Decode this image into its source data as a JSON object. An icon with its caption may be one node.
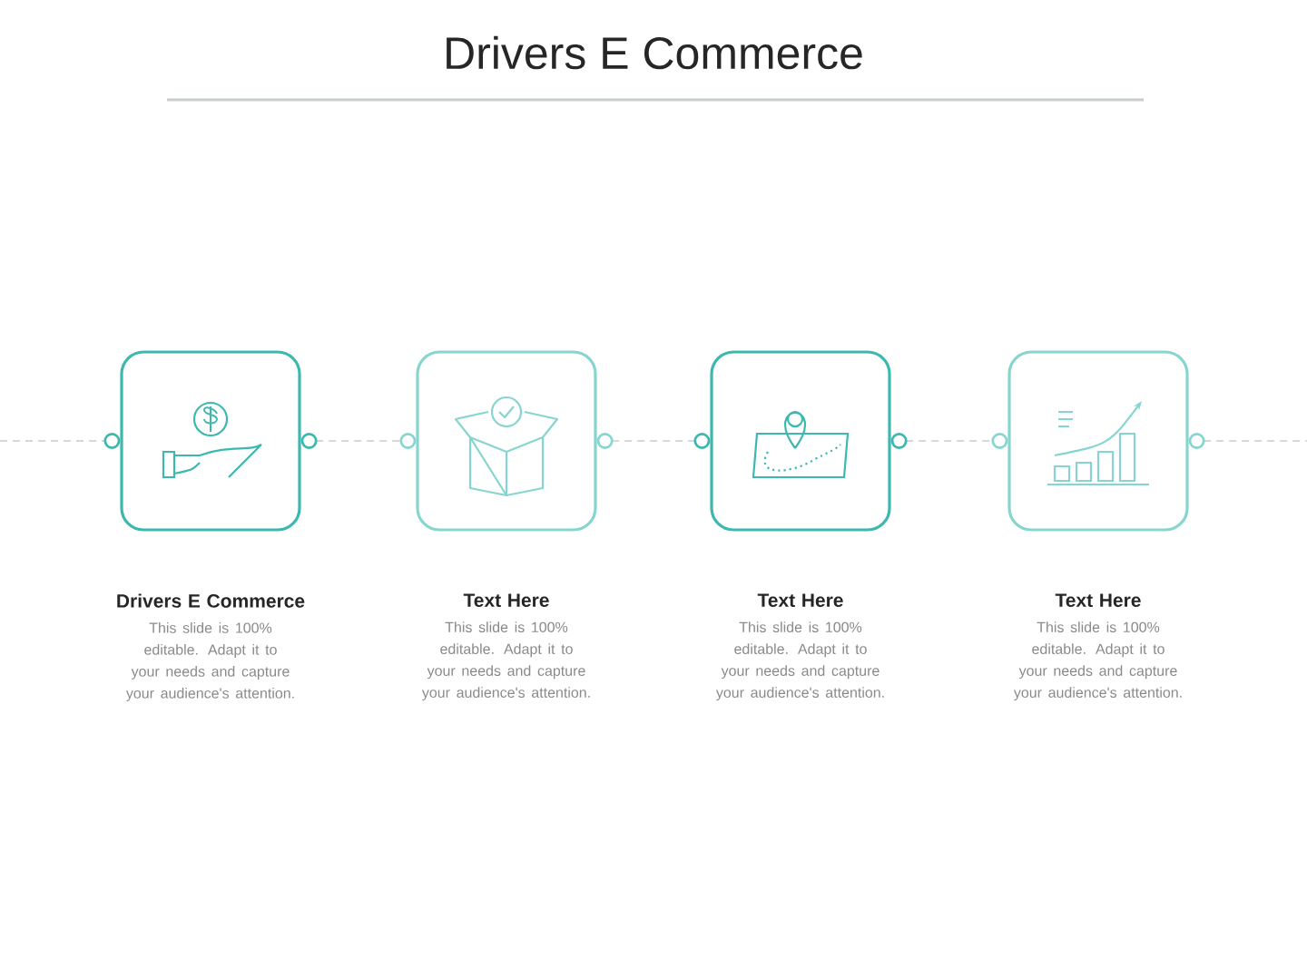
{
  "diagram": {
    "title": "Drivers E Commerce",
    "nodes": [
      {
        "text": [],
        "shape": "box"
      },
      {
        "text": [
          "Drivers E Commerce",
          "This slide is 100% editable. Adapt it to your needs and capture your audience's attention."
        ]
      },
      {
        "text": [],
        "shape": "box"
      },
      {
        "text": [
          "Text Here",
          "This slide is 100% editable. Adapt it to your needs and capture your audience's attention."
        ]
      },
      {
        "text": [],
        "shape": "box"
      },
      {
        "text": [
          "Text Here",
          "This slide is 100% editable. Adapt it to your needs and capture your audience's attention."
        ]
      },
      {
        "text": [],
        "shape": "box"
      },
      {
        "text": [
          "Text Here",
          "This slide is 100% editable. Adapt it to your needs and capture your audience's attention."
        ]
      }
    ],
    "edges": [
      {
        "from": null,
        "to": 0,
        "arrow": "other",
        "style": "dashed"
      },
      {
        "from": 0,
        "to": 2,
        "arrow": "other",
        "style": "dashed"
      },
      {
        "from": 2,
        "to": 4,
        "arrow": "other",
        "style": "dashed"
      },
      {
        "from": 4,
        "to": 6,
        "arrow": "other",
        "style": "dashed"
      },
      {
        "from": 6,
        "to": null,
        "arrow": "other",
        "style": "dashed"
      }
    ]
  }
}
